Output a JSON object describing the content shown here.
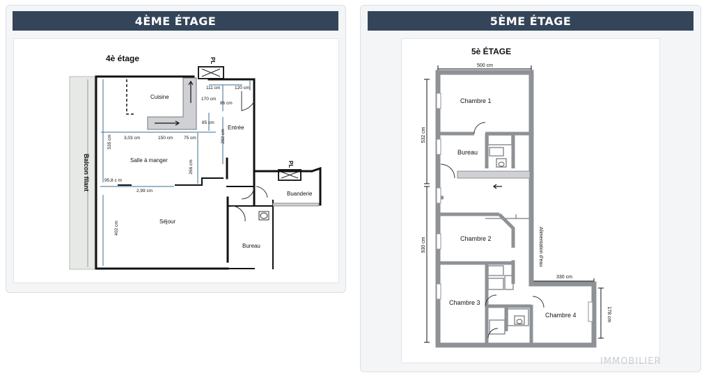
{
  "left": {
    "banner": "4ÈME ÉTAGE",
    "plan_title": "4è étage",
    "rooms": {
      "cuisine": "Cuisine",
      "salle": "Salle à manger",
      "sejour": "Séjour",
      "entree": "Entrée",
      "buanderie": "Buanderie",
      "bureau": "Bureau",
      "balcon": "Balcon filant"
    },
    "dims": {
      "d111": "111 cm",
      "d120": "120 cm",
      "d170": "170 cm",
      "d86": "86 cm",
      "d85": "85 cm",
      "d282": "282 cm",
      "d535": "535 cm",
      "d303": "3,03 cm",
      "d150": "150 cm",
      "d75": "75 cm",
      "d266": "266 cm",
      "d958": "95,8 c m",
      "d299": "2,99 cm",
      "d402": "402 cm"
    },
    "pl_labels": [
      "PL",
      "PL"
    ]
  },
  "right": {
    "banner": "5ÈME ÉTAGE",
    "plan_title": "5è ÉTAGE",
    "rooms": {
      "chambre1": "Chambre 1",
      "bureau": "Bureau",
      "chambre2": "Chambre 2",
      "chambre3": "Chambre 3",
      "chambre4": "Chambre 4",
      "alimentation": "Alimentation d'eau"
    },
    "dims": {
      "d500": "500 cm",
      "d532": "532 cm",
      "d930": "930 cm",
      "d330": "330 cm",
      "d178": "178 cm"
    }
  },
  "watermark": "IMMOBILIER"
}
